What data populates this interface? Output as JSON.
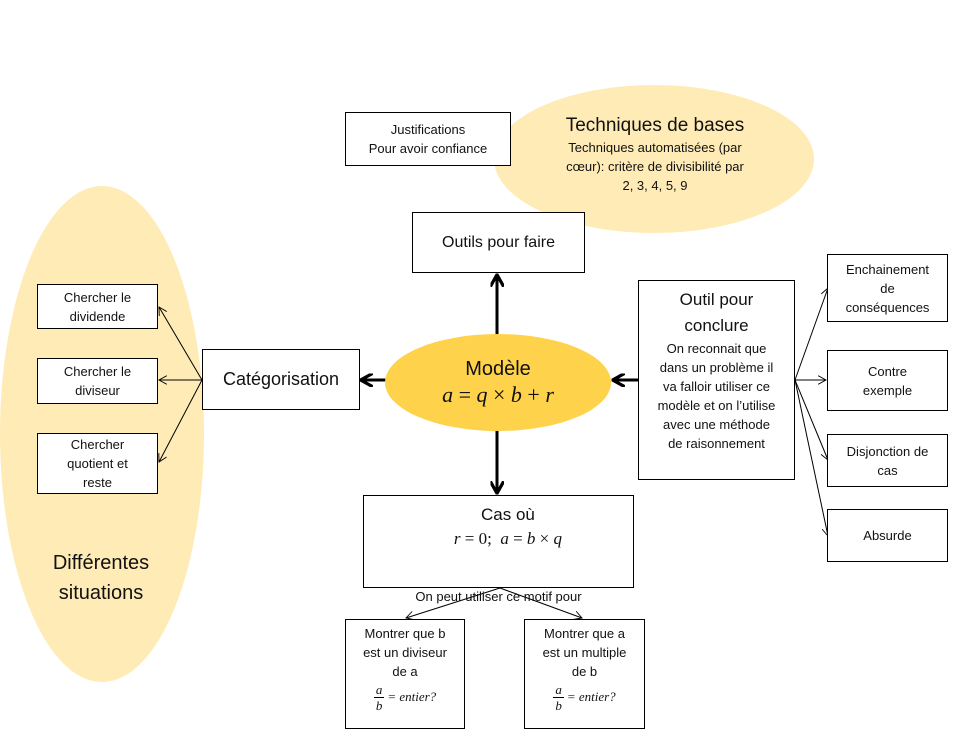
{
  "colors": {
    "light_ellipse": "#FFEBB6",
    "model_ellipse": "#FFD24C",
    "stroke": "#000000"
  },
  "situations": {
    "title_line1": "Différentes",
    "title_line2": "situations",
    "items": [
      {
        "lines": [
          "Chercher le",
          "dividende"
        ]
      },
      {
        "lines": [
          "Chercher le",
          "diviseur"
        ]
      },
      {
        "lines": [
          "Chercher",
          "quotient et",
          "reste"
        ]
      }
    ]
  },
  "categorisation": {
    "label": "Catégorisation"
  },
  "model": {
    "title": "Modèle",
    "formula": {
      "a": "a",
      "eq": "=",
      "q": "q",
      "times": "×",
      "b": "b",
      "plus": "+",
      "r": "r"
    }
  },
  "justifications": {
    "line1": "Justifications",
    "line2": "Pour avoir confiance"
  },
  "techniques": {
    "title": "Techniques de bases",
    "lines": [
      "Techniques automatisées (par",
      "cœur): critère de divisibilité par",
      "2, 3, 4, 5, 9"
    ]
  },
  "outils_faire": {
    "label": "Outils pour faire"
  },
  "outil_conclure": {
    "title_lines": [
      "Outil pour",
      "conclure"
    ],
    "body_lines": [
      "On reconnait que",
      "dans un problème il",
      "va falloir utiliser ce",
      "modèle et on l’utilise",
      "avec une méthode",
      "de raisonnement"
    ]
  },
  "methods": [
    {
      "lines": [
        "Enchainement",
        "de",
        "conséquences"
      ]
    },
    {
      "lines": [
        "Contre",
        "exemple"
      ]
    },
    {
      "lines": [
        "Disjonction de",
        "cas"
      ]
    },
    {
      "lines": [
        "Absurde"
      ]
    }
  ],
  "cas_r0": {
    "prefix": "Cas où",
    "r": "r",
    "eq": "=",
    "zero": "0;",
    "a": "a",
    "eq2": "=",
    "b": "b",
    "times": "×",
    "q": "q",
    "subtitle": "On peut utiliser ce motif pour"
  },
  "montrer": [
    {
      "lines": [
        "Montrer  que b",
        "est un diviseur",
        "de a"
      ],
      "num": "a",
      "den": "b",
      "rhs": "= entier?"
    },
    {
      "lines": [
        "Montrer  que a",
        "est un multiple",
        "de b"
      ],
      "num": "a",
      "den": "b",
      "rhs": "= entier?"
    }
  ]
}
